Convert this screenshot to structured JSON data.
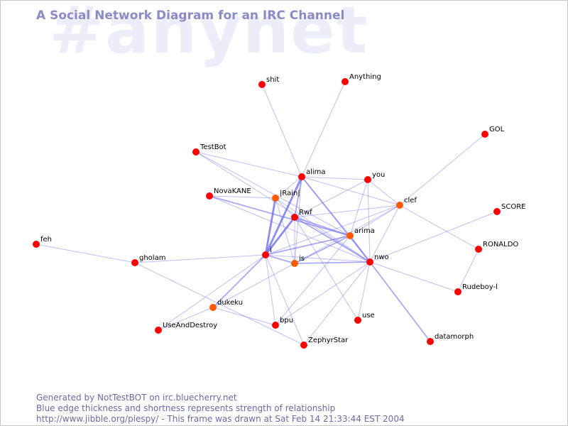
{
  "watermark": "#anynet",
  "title": "A Social Network Diagram for an IRC Channel",
  "footer": {
    "line1": "Generated by NotTestBOT on irc.bluecherry.net",
    "line2": "Blue edge thickness and shortness represents strength of relationship",
    "line3": "http://www.jibble.org/piespy/ - This frame was drawn at Sat Feb 14 21:33:44 EST 2004"
  },
  "colors": {
    "node_default": "#ff0000",
    "node_active": "#ff5a00",
    "edge": "#7070ee",
    "text_accent": "#8a8ac6"
  },
  "nodes": [
    {
      "id": "shit",
      "label": "shit",
      "active": false
    },
    {
      "id": "Anything",
      "label": "Anything",
      "active": false
    },
    {
      "id": "GOL",
      "label": "GOL",
      "active": false
    },
    {
      "id": "TestBot",
      "label": "TestBot",
      "active": false
    },
    {
      "id": "alima",
      "label": "alima",
      "active": false
    },
    {
      "id": "you",
      "label": "you",
      "active": false
    },
    {
      "id": "NovaKANE",
      "label": "NovaKANE",
      "active": false
    },
    {
      "id": "Rain",
      "label": "|Rain|",
      "active": true
    },
    {
      "id": "clef",
      "label": "clef",
      "active": true
    },
    {
      "id": "SCORE",
      "label": "SCORE",
      "active": false
    },
    {
      "id": "Rwf",
      "label": "Rwf",
      "active": false
    },
    {
      "id": "arima",
      "label": "arima",
      "active": true
    },
    {
      "id": "feh",
      "label": "feh",
      "active": false
    },
    {
      "id": "RONALDO",
      "label": "RONALDO",
      "active": false
    },
    {
      "id": "i",
      "label": "i",
      "active": false
    },
    {
      "id": "is",
      "label": "is",
      "active": true
    },
    {
      "id": "nwo",
      "label": "nwo",
      "active": false
    },
    {
      "id": "gholam",
      "label": "gholam",
      "active": false
    },
    {
      "id": "Rudeboy",
      "label": "Rudeboy-l",
      "active": false
    },
    {
      "id": "dukeku",
      "label": "dukeku",
      "active": true
    },
    {
      "id": "use",
      "label": "use",
      "active": false
    },
    {
      "id": "bpu",
      "label": "bpu",
      "active": false
    },
    {
      "id": "UseAndDestroy",
      "label": "UseAndDestroy",
      "active": false
    },
    {
      "id": "datamorph",
      "label": "datamorph",
      "active": false
    },
    {
      "id": "ZephyrStar",
      "label": "ZephyrStar",
      "active": false
    }
  ],
  "edges": [
    {
      "source": "i",
      "target": "alima",
      "weight": 3
    },
    {
      "source": "i",
      "target": "Rain",
      "weight": 3
    },
    {
      "source": "i",
      "target": "Rwf",
      "weight": 3
    },
    {
      "source": "i",
      "target": "arima",
      "weight": 2
    },
    {
      "source": "i",
      "target": "is",
      "weight": 2
    },
    {
      "source": "i",
      "target": "nwo",
      "weight": 1
    },
    {
      "source": "i",
      "target": "gholam",
      "weight": 1
    },
    {
      "source": "i",
      "target": "dukeku",
      "weight": 2
    },
    {
      "source": "i",
      "target": "bpu",
      "weight": 1
    },
    {
      "source": "i",
      "target": "UseAndDestroy",
      "weight": 1
    },
    {
      "source": "i",
      "target": "ZephyrStar",
      "weight": 1
    },
    {
      "source": "i",
      "target": "clef",
      "weight": 1
    },
    {
      "source": "alima",
      "target": "shit",
      "weight": 1
    },
    {
      "source": "alima",
      "target": "Anything",
      "weight": 1
    },
    {
      "source": "alima",
      "target": "you",
      "weight": 1
    },
    {
      "source": "alima",
      "target": "clef",
      "weight": 1
    },
    {
      "source": "alima",
      "target": "Rwf",
      "weight": 2
    },
    {
      "source": "alima",
      "target": "Rain",
      "weight": 1
    },
    {
      "source": "alima",
      "target": "nwo",
      "weight": 2
    },
    {
      "source": "alima",
      "target": "arima",
      "weight": 1
    },
    {
      "source": "alima",
      "target": "TestBot",
      "weight": 1
    },
    {
      "source": "alima",
      "target": "is",
      "weight": 1
    },
    {
      "source": "TestBot",
      "target": "nwo",
      "weight": 1
    },
    {
      "source": "TestBot",
      "target": "arima",
      "weight": 1
    },
    {
      "source": "NovaKANE",
      "target": "Rain",
      "weight": 1
    },
    {
      "source": "NovaKANE",
      "target": "arima",
      "weight": 2
    },
    {
      "source": "NovaKANE",
      "target": "nwo",
      "weight": 1
    },
    {
      "source": "Rain",
      "target": "Rwf",
      "weight": 1
    },
    {
      "source": "Rain",
      "target": "is",
      "weight": 1
    },
    {
      "source": "Rain",
      "target": "nwo",
      "weight": 1
    },
    {
      "source": "Rwf",
      "target": "arima",
      "weight": 2
    },
    {
      "source": "Rwf",
      "target": "nwo",
      "weight": 2
    },
    {
      "source": "Rwf",
      "target": "is",
      "weight": 1
    },
    {
      "source": "Rwf",
      "target": "you",
      "weight": 1
    },
    {
      "source": "Rwf",
      "target": "clef",
      "weight": 1
    },
    {
      "source": "Rwf",
      "target": "use",
      "weight": 1
    },
    {
      "source": "you",
      "target": "arima",
      "weight": 1
    },
    {
      "source": "you",
      "target": "nwo",
      "weight": 1
    },
    {
      "source": "you",
      "target": "clef",
      "weight": 1
    },
    {
      "source": "clef",
      "target": "GOL",
      "weight": 1
    },
    {
      "source": "clef",
      "target": "nwo",
      "weight": 1
    },
    {
      "source": "clef",
      "target": "arima",
      "weight": 1
    },
    {
      "source": "clef",
      "target": "RONALDO",
      "weight": 1
    },
    {
      "source": "clef",
      "target": "is",
      "weight": 1
    },
    {
      "source": "arima",
      "target": "nwo",
      "weight": 2
    },
    {
      "source": "arima",
      "target": "is",
      "weight": 2
    },
    {
      "source": "arima",
      "target": "bpu",
      "weight": 1
    },
    {
      "source": "is",
      "target": "nwo",
      "weight": 2
    },
    {
      "source": "is",
      "target": "dukeku",
      "weight": 1
    },
    {
      "source": "nwo",
      "target": "SCORE",
      "weight": 1
    },
    {
      "source": "nwo",
      "target": "Rudeboy",
      "weight": 1
    },
    {
      "source": "nwo",
      "target": "datamorph",
      "weight": 2
    },
    {
      "source": "nwo",
      "target": "use",
      "weight": 1
    },
    {
      "source": "nwo",
      "target": "ZephyrStar",
      "weight": 1
    },
    {
      "source": "nwo",
      "target": "bpu",
      "weight": 1
    },
    {
      "source": "RONALDO",
      "target": "Rudeboy",
      "weight": 1
    },
    {
      "source": "feh",
      "target": "gholam",
      "weight": 1
    },
    {
      "source": "gholam",
      "target": "ZephyrStar",
      "weight": 1
    },
    {
      "source": "dukeku",
      "target": "UseAndDestroy",
      "weight": 1
    },
    {
      "source": "dukeku",
      "target": "bpu",
      "weight": 1
    }
  ]
}
